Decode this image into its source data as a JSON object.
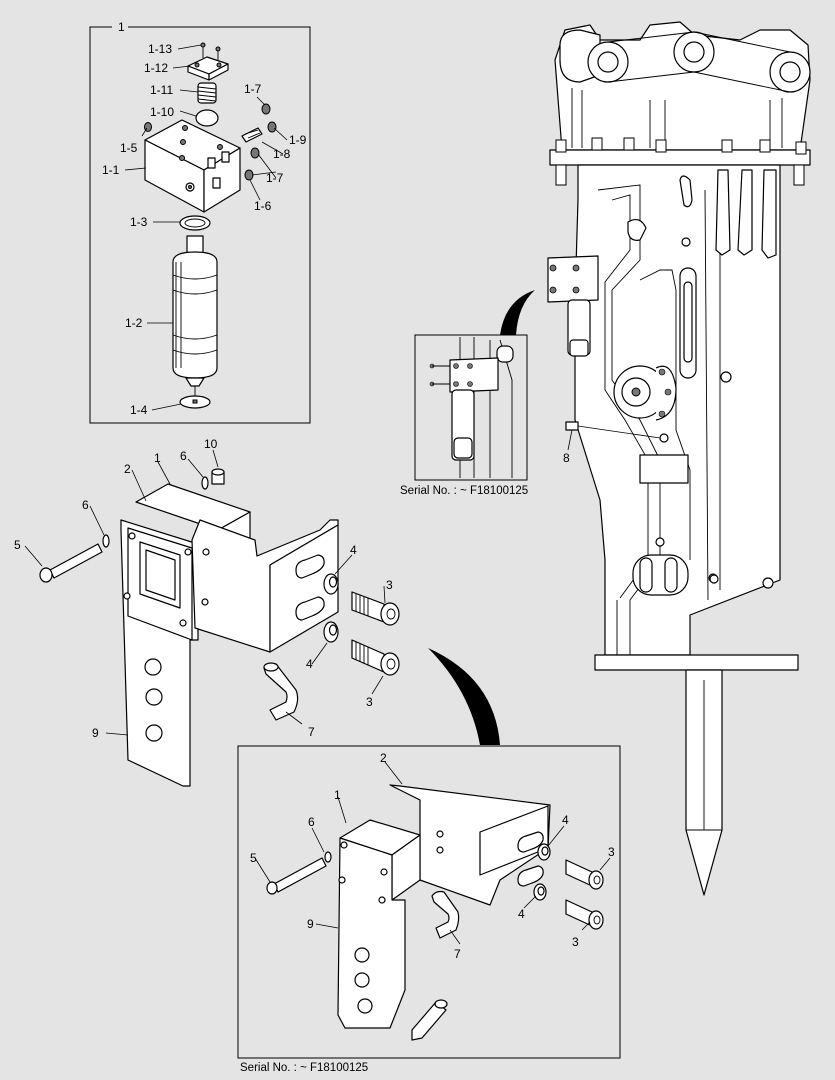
{
  "labels": {
    "top_group": "1",
    "p1_13": "1-13",
    "p1_12": "1-12",
    "p1_11": "1-11",
    "p1_10": "1-10",
    "p1_7a": "1-7",
    "p1_5": "1-5",
    "p1_9": "1-9",
    "p1_8": "1-8",
    "p1_1": "1-1",
    "p1_7b": "1-7",
    "p1_6": "1-6",
    "p1_3": "1-3",
    "p1_2": "1-2",
    "p1_4": "1-4",
    "m10": "10",
    "m2": "2",
    "m1": "1",
    "m6a": "6",
    "m6b": "6",
    "m5": "5",
    "m4a": "4",
    "m3a": "3",
    "m4b": "4",
    "m3b": "3",
    "m7": "7",
    "m9": "9",
    "b2": "2",
    "b1": "1",
    "b6": "6",
    "b5": "5",
    "b4a": "4",
    "b3a": "3",
    "b4b": "4",
    "b3b": "3",
    "b9": "9",
    "b7": "7",
    "r8": "8"
  },
  "captions": {
    "inset_serial": "Serial No. : ~ F18100125",
    "bottom_serial": "Serial No. : ~ F18100125"
  },
  "colors": {
    "background": "#e4e4e4",
    "line": "#000000",
    "part_fill": "#ffffff",
    "shade": "#777777"
  }
}
